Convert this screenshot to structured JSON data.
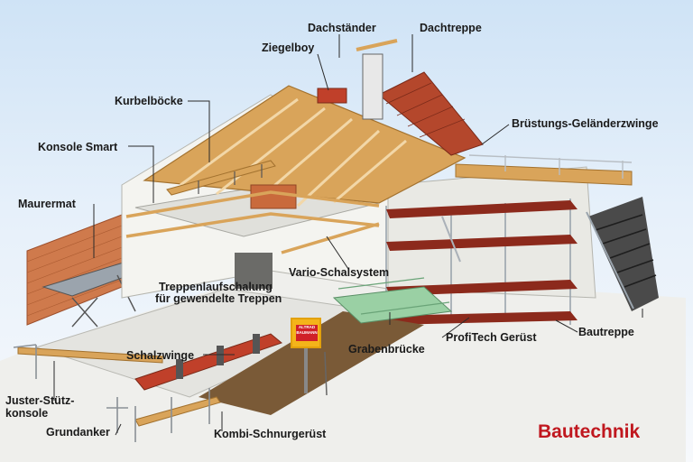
{
  "labels": {
    "dachstaender": "Dachständer",
    "dachtreppe": "Dachtreppe",
    "ziegelboy": "Ziegelboy",
    "kurbelboecke": "Kurbelböcke",
    "bruestung": "Brüstungs-Geländerzwinge",
    "konsole_smart": "Konsole Smart",
    "maurermat": "Maurermat",
    "vario": "Vario-Schalsystem",
    "treppenlauf_1": "Treppenlaufschalung",
    "treppenlauf_2": "für gewendelte Treppen",
    "profitech": "ProfiTech Gerüst",
    "bautreppe": "Bautreppe",
    "grabenbruecke": "Grabenbrücke",
    "schalzwinge": "Schalzwinge",
    "juster_1": "Juster-Stütz-",
    "juster_2": "konsole",
    "grundanker": "Grundanker",
    "kombi": "Kombi-Schnurgerüst"
  },
  "sign_text": "ALTRAD\nBAUMANN",
  "brand": "Bautechnik",
  "colors": {
    "brand_red": "#c0181f",
    "timber": "#d9a45a",
    "brick": "#c96a3c",
    "roof_tile": "#b4472c",
    "scaffold_red": "#8c2a1c",
    "wall": "#f2f2ee"
  }
}
